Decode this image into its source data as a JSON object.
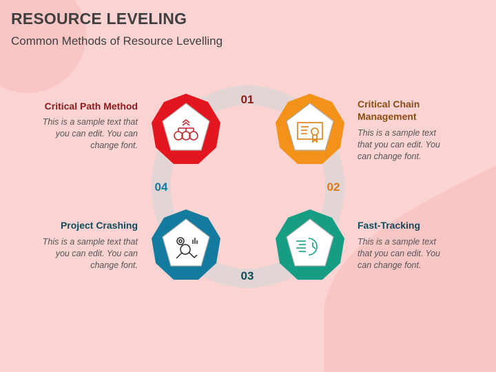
{
  "header": {
    "title": "RESOURCE LEVELING",
    "subtitle": "Common Methods of Resource Levelling"
  },
  "steps": [
    {
      "number": "01",
      "title": "Critical Path Method",
      "description": "This is a sample text that you can edit. You can change font.",
      "color": "#e3161f",
      "icon": "resource-path-icon"
    },
    {
      "number": "02",
      "title": "Critical Chain Management",
      "description": "This is a sample text that you can edit. You can change font.",
      "color": "#f39218",
      "icon": "certificate-icon"
    },
    {
      "number": "03",
      "title": "Fast-Tracking",
      "description": "This is a sample text that you can edit. You can change font.",
      "color": "#169e85",
      "icon": "fast-clock-icon"
    },
    {
      "number": "04",
      "title": "Project Crashing",
      "description": "This is a sample text that you can edit. You can change font.",
      "color": "#137b9e",
      "icon": "gear-analysis-icon"
    }
  ],
  "colors": {
    "background": "#fcd3d3",
    "ring": "#e4d5d5",
    "title_text": "#3f3f3f",
    "red_title": "#8c1b1b",
    "orange_title": "#8a4b14",
    "teal_title": "#0e4b5a"
  }
}
